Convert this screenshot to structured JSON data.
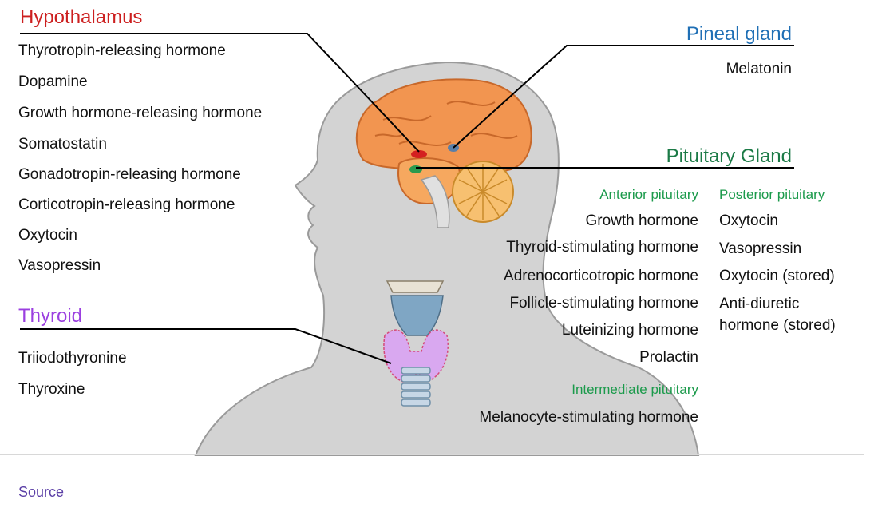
{
  "hypothalamus": {
    "title": "Hypothalamus",
    "hormones": [
      "Thyrotropin-releasing hormone",
      "Dopamine",
      "Growth hormone-releasing hormone",
      "Somatostatin",
      "Gonadotropin-releasing hormone",
      "Corticotropin-releasing hormone",
      "Oxytocin",
      "Vasopressin"
    ]
  },
  "thyroid": {
    "title": "Thyroid",
    "hormones": [
      "Triiodothyronine",
      "Thyroxine"
    ]
  },
  "pineal": {
    "title": "Pineal gland",
    "hormones": [
      "Melatonin"
    ]
  },
  "pituitary": {
    "title": "Pituitary Gland",
    "anterior": {
      "title": "Anterior pituitary",
      "hormones": [
        "Growth hormone",
        "Thyroid-stimulating hormone",
        "Adrenocorticotropic hormone",
        "Follicle-stimulating hormone",
        "Luteinizing hormone",
        "Prolactin"
      ]
    },
    "posterior": {
      "title": "Posterior pituitary",
      "hormones": [
        "Oxytocin",
        "Vasopressin",
        "Oxytocin (stored)",
        "Anti-diuretic",
        "hormone (stored)"
      ]
    },
    "intermediate": {
      "title": "Intermediate pituitary",
      "hormones": [
        "Melanocyte-stimulating hormone"
      ]
    }
  },
  "source_link": "Source",
  "colors": {
    "hypothalamus": "#cc1f1f",
    "pineal": "#1f6fb5",
    "pituitary": "#1b7a46",
    "pituitary_sub": "#1b9a4b",
    "thyroid": "#9b3fe0",
    "body": "#d4d4d4",
    "brain": "#f0954f",
    "cerebellum": "#f7c070"
  }
}
